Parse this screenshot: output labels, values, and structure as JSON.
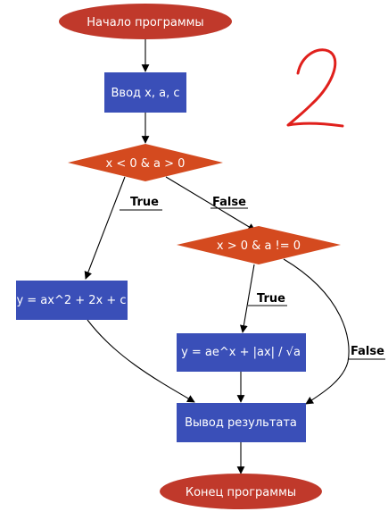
{
  "colors": {
    "terminal": "#c0392b",
    "process": "#3a4fb8",
    "decision": "#d44a1f",
    "annotation": "#e0201c"
  },
  "nodes": {
    "start": "Начало программы",
    "input": "Ввод x, a, c",
    "decision1": "x < 0 & a > 0",
    "decision2": "x > 0 & a != 0",
    "calc1": "y = ax^2 + 2x + c",
    "calc2": "y = ae^x + |ax| / √a",
    "output": "Вывод результата",
    "end": "Конец программы"
  },
  "edges": {
    "d1_true": "True",
    "d1_false": "False",
    "d2_true": "True",
    "d2_false": "False"
  },
  "annotation": {
    "number": "2"
  }
}
